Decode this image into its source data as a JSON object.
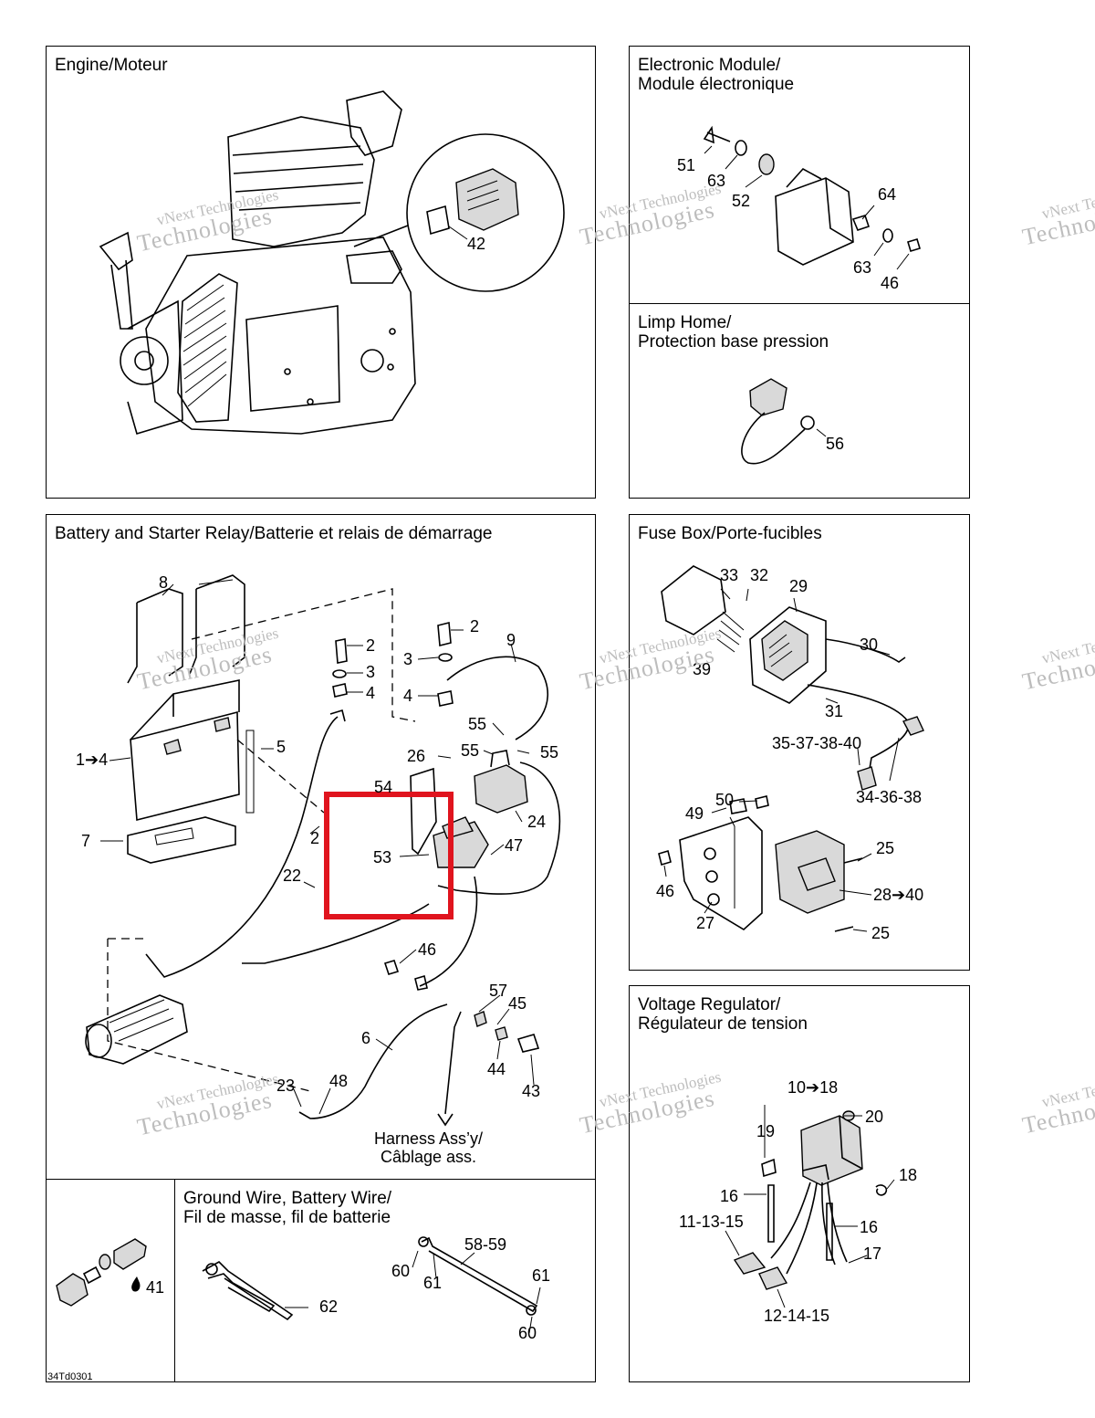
{
  "panels": {
    "engine": {
      "title": "Engine/Moteur",
      "labels": [
        "42"
      ]
    },
    "electronic_module": {
      "title": "Electronic Module/\nModule électronique",
      "labels": [
        "51",
        "63",
        "52",
        "64",
        "63",
        "46"
      ]
    },
    "limp_home": {
      "title": "Limp Home/\nProtection base pression",
      "labels": [
        "56"
      ]
    },
    "battery": {
      "title": "Battery and Starter Relay/Batterie et relais de démarrage",
      "labels": [
        "8",
        "2",
        "3",
        "4",
        "2",
        "3",
        "4",
        "9",
        "5",
        "1➔4",
        "55",
        "26",
        "55",
        "55",
        "54",
        "24",
        "7",
        "2",
        "53",
        "47",
        "22",
        "46",
        "57",
        "45",
        "6",
        "44",
        "43",
        "23",
        "48"
      ],
      "harness": "Harness Ass’y/\nCâblage ass."
    },
    "fuse_box": {
      "title": "Fuse Box/Porte-fucibles",
      "labels": [
        "33",
        "32",
        "29",
        "30",
        "39",
        "31",
        "35-37-38-40",
        "34-36-38",
        "50",
        "49",
        "25",
        "46",
        "28➔40",
        "27",
        "25"
      ]
    },
    "voltage_regulator": {
      "title": "Voltage Regulator/\nRégulateur de tension",
      "labels": [
        "10➔18",
        "20",
        "19",
        "18",
        "16",
        "16",
        "11-13-15",
        "17",
        "12-14-15"
      ]
    },
    "connector": {
      "labels": [
        "41"
      ]
    },
    "ground_wire": {
      "title": "Ground Wire, Battery Wire/\nFil de masse, fil de batterie",
      "labels": [
        "62",
        "58-59",
        "60",
        "61",
        "61",
        "60"
      ]
    }
  },
  "watermark": {
    "line1": "vNext Technologies",
    "line2": "Technologies"
  },
  "drawing_code": "34Td0301",
  "highlight_color": "#e0141e"
}
